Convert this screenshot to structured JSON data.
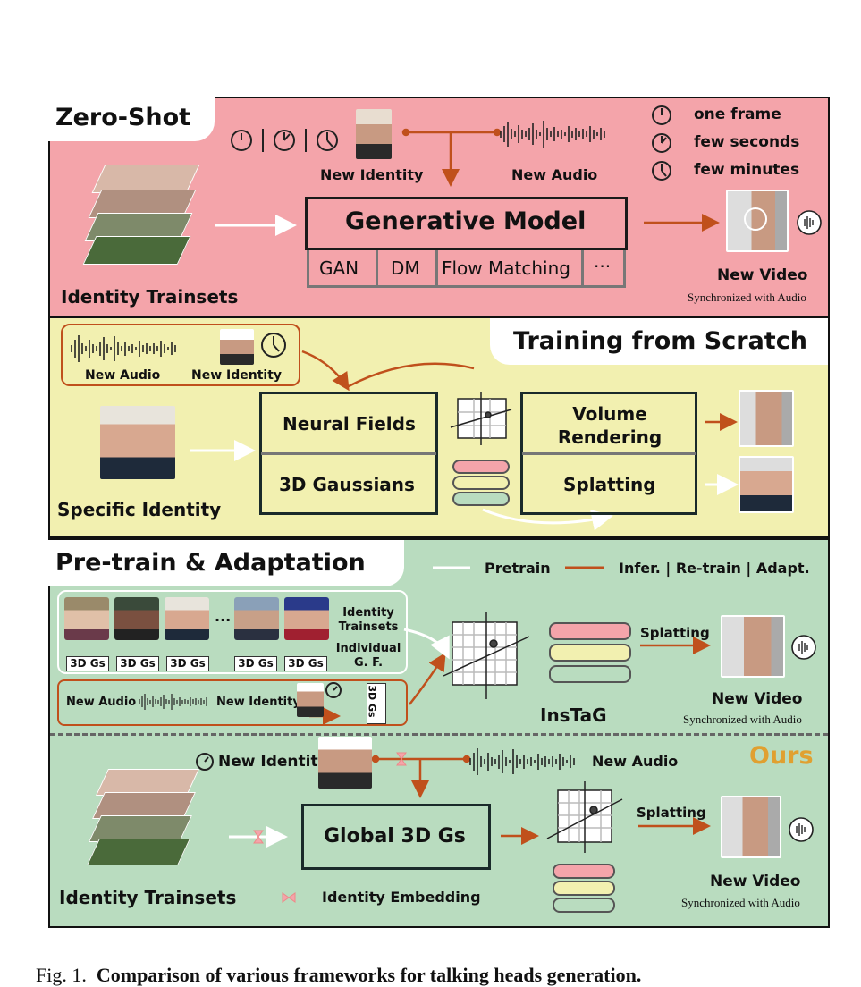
{
  "zero_shot": {
    "title": "Zero-Shot",
    "new_identity": "New Identity",
    "new_audio": "New Audio",
    "legend": [
      "one frame",
      "few seconds",
      "few minutes"
    ],
    "identity_trainsets": "Identity Trainsets",
    "generative_model": "Generative Model",
    "model_types": [
      "GAN",
      "DM",
      "Flow Matching",
      "···"
    ],
    "new_video": "New Video",
    "sync": "Synchronized with Audio"
  },
  "training": {
    "title": "Training from Scratch",
    "new_audio": "New Audio",
    "new_identity": "New Identity",
    "specific_identity": "Specific Identity",
    "neural_fields": "Neural Fields",
    "gaussians": "3D Gaussians",
    "volume_rendering": "Volume Rendering",
    "splatting": "Splatting"
  },
  "pretrain": {
    "title": "Pre-train & Adaptation",
    "legend_pretrain": "Pretrain",
    "legend_infer": "Infer. | Re-train | Adapt.",
    "gs_labels": [
      "3D Gs",
      "3D Gs",
      "3D Gs",
      "3D Gs",
      "3D Gs"
    ],
    "ellipsis": "···",
    "identity_trainsets": "Identity Trainsets",
    "individual_gf": "Individual G. F.",
    "new_audio": "New Audio",
    "new_identity": "New Identity",
    "gs_vertical": "3D Gs",
    "splatting": "Splatting",
    "instag": "InsTaG",
    "new_video": "New Video",
    "sync": "Synchronized with Audio"
  },
  "ours": {
    "title": "Ours",
    "new_identity": "New Identity",
    "new_audio": "New Audio",
    "global_gs": "Global 3D Gs",
    "splatting": "Splatting",
    "identity_trainsets": "Identity Trainsets",
    "identity_embedding": "Identity Embedding",
    "new_video": "New Video",
    "sync": "Synchronized with Audio"
  },
  "caption": {
    "prefix": "Fig. 1.",
    "text": "Comparison of various frameworks for talking heads generation."
  },
  "colors": {
    "zero_shot_bg": "#f4a4aa",
    "training_bg": "#f2f0b0",
    "pretrain_bg": "#b9dcbf",
    "arrow": "#c0501c",
    "ours_title": "#e0a030",
    "bar_pink": "#f4a4aa",
    "bar_yellow": "#f2f0b0",
    "bar_green": "#b9dcbf"
  },
  "icons": [
    "clock-icon",
    "play-icon",
    "audio-wave-icon",
    "speaker-icon",
    "bowtie-embedding-icon"
  ]
}
